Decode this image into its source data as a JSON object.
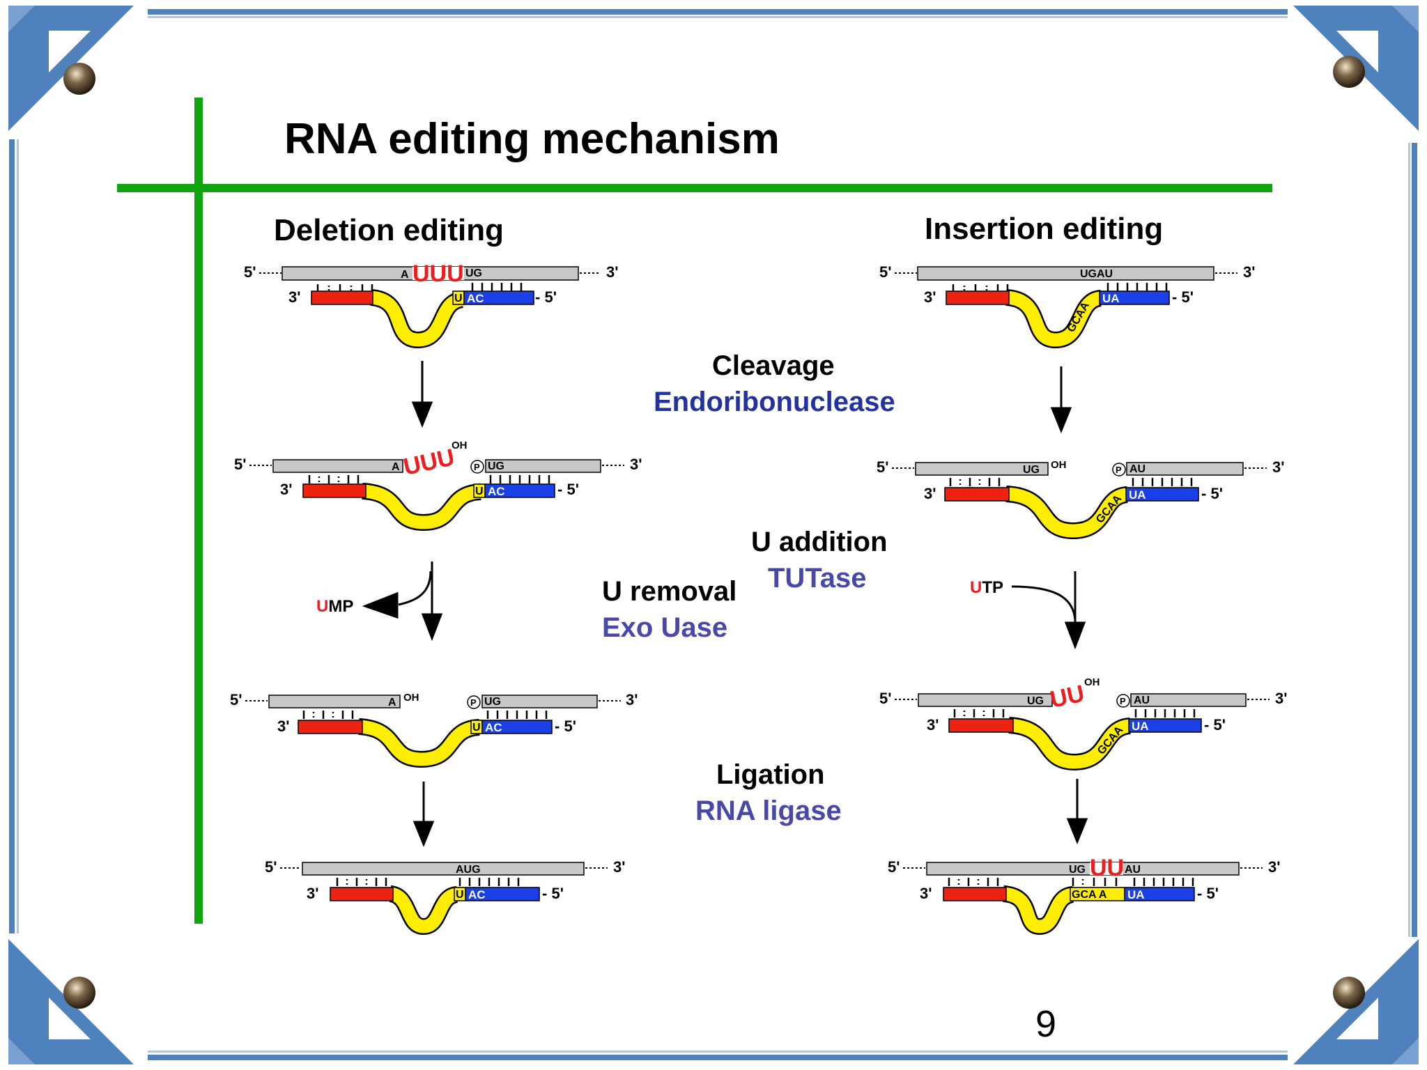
{
  "slide": {
    "title": "RNA editing mechanism",
    "page_number": "9"
  },
  "deletion": {
    "heading": "Deletion editing",
    "stage1": {
      "left_end": "5'",
      "right_end": "3'",
      "g3": "3'",
      "g5": "5'",
      "before": "A",
      "uuu": "UUU",
      "after": "UG",
      "g_u": "U",
      "g_ac": "AC"
    },
    "stage2": {
      "left_end": "5'",
      "right_end": "3'",
      "g3": "3'",
      "g5": "5'",
      "before": "A",
      "uuu": "UUU",
      "oh": "OH",
      "p": "P",
      "after": "UG",
      "g_u": "U",
      "g_ac": "AC"
    },
    "ump": {
      "u": "U",
      "mp": "MP"
    },
    "stage3": {
      "left_end": "5'",
      "right_end": "3'",
      "g3": "3'",
      "g5": "5'",
      "before": "A",
      "oh": "OH",
      "p": "P",
      "after": "UG",
      "g_u": "U",
      "g_ac": "AC"
    },
    "stage4": {
      "left_end": "5'",
      "right_end": "3'",
      "g3": "3'",
      "g5": "5'",
      "joined": "AUG",
      "g_u": "U",
      "g_ac": "AC"
    }
  },
  "insertion": {
    "heading": "Insertion editing",
    "stage1": {
      "left_end": "5'",
      "right_end": "3'",
      "g3": "3'",
      "g5": "5'",
      "site": "UGAU",
      "g_ua": "UA",
      "g_loop": "GCAA"
    },
    "stage2": {
      "left_end": "5'",
      "right_end": "3'",
      "g3": "3'",
      "g5": "5'",
      "ug": "UG",
      "oh": "OH",
      "p": "P",
      "au": "AU",
      "g_ua": "UA",
      "g_loop": "GCAA"
    },
    "utp": {
      "u": "U",
      "tp": "TP"
    },
    "stage3": {
      "left_end": "5'",
      "right_end": "3'",
      "g3": "3'",
      "g5": "5'",
      "ug": "UG",
      "uu": "UU",
      "oh": "OH",
      "p": "P",
      "au": "AU",
      "g_ua": "UA",
      "g_loop": "GCAA"
    },
    "stage4": {
      "left_end": "5'",
      "right_end": "3'",
      "g3": "3'",
      "g5": "5'",
      "ug": "UG",
      "uu": "UU",
      "au": "AU",
      "g_ua": "UA",
      "g_gcaa": "GCA A"
    }
  },
  "steps": {
    "cleavage": {
      "label": "Cleavage",
      "enzyme": "Endoribonuclease"
    },
    "u_addition": {
      "label": "U addition",
      "enzyme": "TUTase"
    },
    "u_removal": {
      "label": "U removal",
      "enzyme": "Exo Uase"
    },
    "ligation": {
      "label": "Ligation",
      "enzyme": "RNA ligase"
    }
  },
  "colors": {
    "frame_blue": "#4f81bd",
    "accent_green": "#11a411",
    "mrna_gray": "#c8c8c8",
    "guide_red": "#ee2211",
    "guide_blue": "#1a3fe6",
    "guide_yellow": "#ffee00",
    "u_red": "#ee1c1c",
    "enzyme_dark_blue": "#2233a0",
    "enzyme_blue": "#4848a8"
  }
}
